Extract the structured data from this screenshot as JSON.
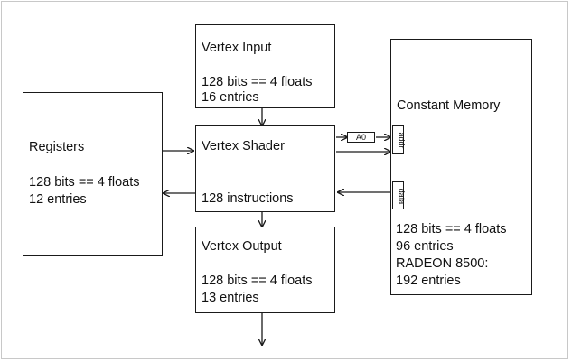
{
  "boxes": {
    "vertex_input": {
      "title": "Vertex Input",
      "width": "128 bits == 4 floats",
      "count": "16 entries"
    },
    "registers": {
      "title": "Registers",
      "width": "128 bits == 4 floats",
      "count": "12 entries"
    },
    "vertex_shader": {
      "title": "Vertex Shader",
      "instructions": "128 instructions"
    },
    "vertex_output": {
      "title": "Vertex Output",
      "width": "128 bits == 4 floats",
      "count": "13 entries"
    },
    "constant_memory": {
      "title": "Constant Memory",
      "width": "128 bits == 4 floats",
      "count": "96 entries",
      "variant": "RADEON 8500:",
      "variant_count": "192 entries"
    }
  },
  "tags": {
    "a0": "A0",
    "addr": "addr",
    "data": "data"
  },
  "colors": {
    "line": "#1a1a1a",
    "frame": "#c8c8c8"
  }
}
